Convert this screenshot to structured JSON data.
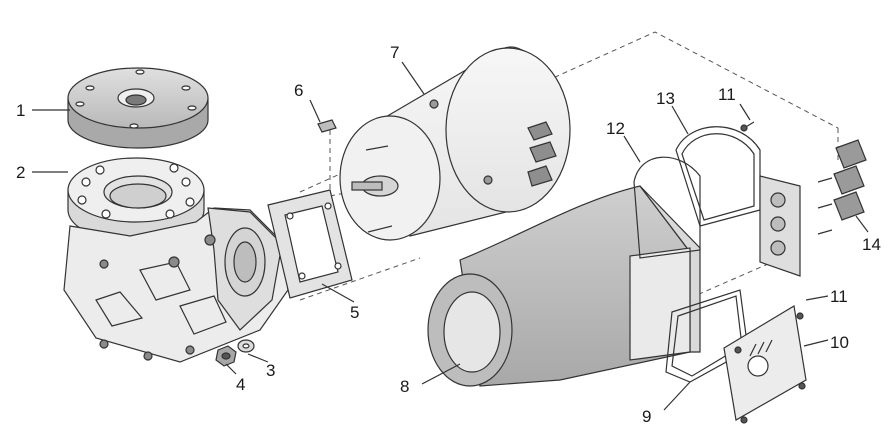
{
  "callouts": {
    "c1": "1",
    "c2": "2",
    "c3": "3",
    "c4": "4",
    "c5": "5",
    "c6": "6",
    "c7": "7",
    "c8": "8",
    "c9": "9",
    "c10": "10",
    "c11a": "11",
    "c11b": "11",
    "c12": "12",
    "c13": "13",
    "c14": "14"
  },
  "colors": {
    "part_fill_light": "#efefef",
    "part_fill_mid": "#d6d6d6",
    "part_fill_dark": "#9e9e9e",
    "line": "#333333"
  }
}
